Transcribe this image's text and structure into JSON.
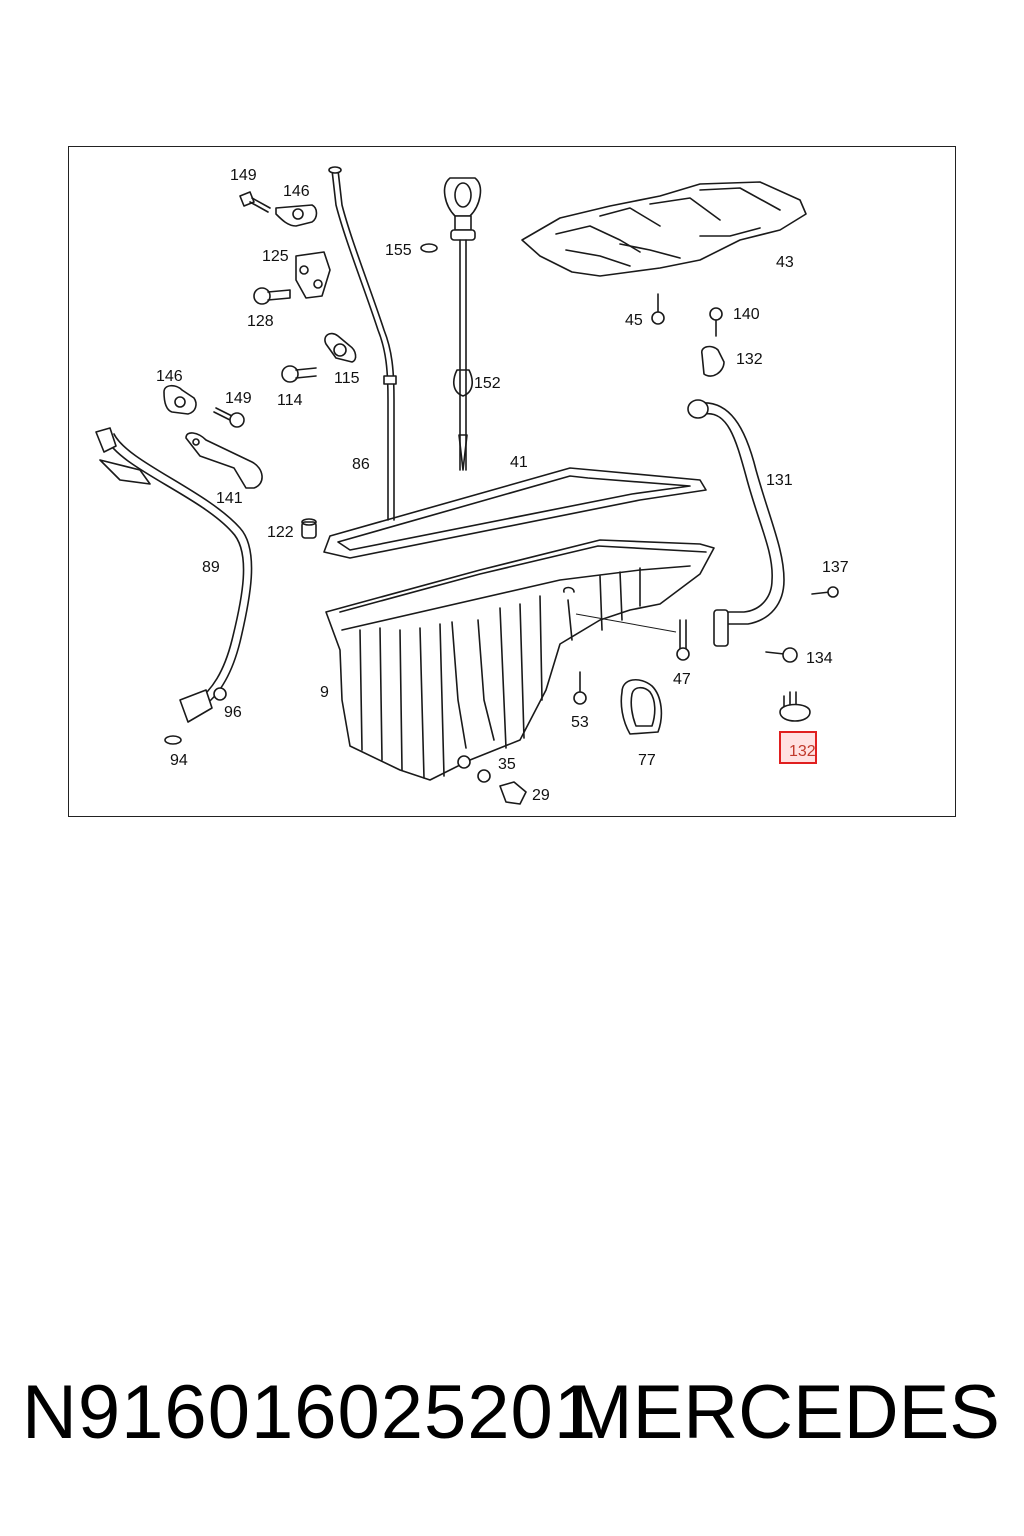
{
  "diagram": {
    "highlight_color": "#e01f1f",
    "highlighted_label": "132",
    "callouts": [
      {
        "id": "c149a",
        "text": "149"
      },
      {
        "id": "c146a",
        "text": "146"
      },
      {
        "id": "c125",
        "text": "125"
      },
      {
        "id": "c128",
        "text": "128"
      },
      {
        "id": "c155",
        "text": "155"
      },
      {
        "id": "c115",
        "text": "115"
      },
      {
        "id": "c114",
        "text": "114"
      },
      {
        "id": "c146b",
        "text": "146"
      },
      {
        "id": "c149b",
        "text": "149"
      },
      {
        "id": "c152",
        "text": "152"
      },
      {
        "id": "c86",
        "text": "86"
      },
      {
        "id": "c41",
        "text": "41"
      },
      {
        "id": "c141",
        "text": "141"
      },
      {
        "id": "c122",
        "text": "122"
      },
      {
        "id": "c89",
        "text": "89"
      },
      {
        "id": "c9",
        "text": "9"
      },
      {
        "id": "c96",
        "text": "96"
      },
      {
        "id": "c94",
        "text": "94"
      },
      {
        "id": "c35",
        "text": "35"
      },
      {
        "id": "c29",
        "text": "29"
      },
      {
        "id": "c53",
        "text": "53"
      },
      {
        "id": "c77",
        "text": "77"
      },
      {
        "id": "c47",
        "text": "47"
      },
      {
        "id": "c43",
        "text": "43"
      },
      {
        "id": "c45",
        "text": "45"
      },
      {
        "id": "c140",
        "text": "140"
      },
      {
        "id": "c132a",
        "text": "132"
      },
      {
        "id": "c131",
        "text": "131"
      },
      {
        "id": "c137",
        "text": "137"
      },
      {
        "id": "c134",
        "text": "134"
      },
      {
        "id": "c132b",
        "text": "132"
      }
    ]
  },
  "footer": {
    "part_number": "N916016025201",
    "brand": "MERCEDES"
  }
}
